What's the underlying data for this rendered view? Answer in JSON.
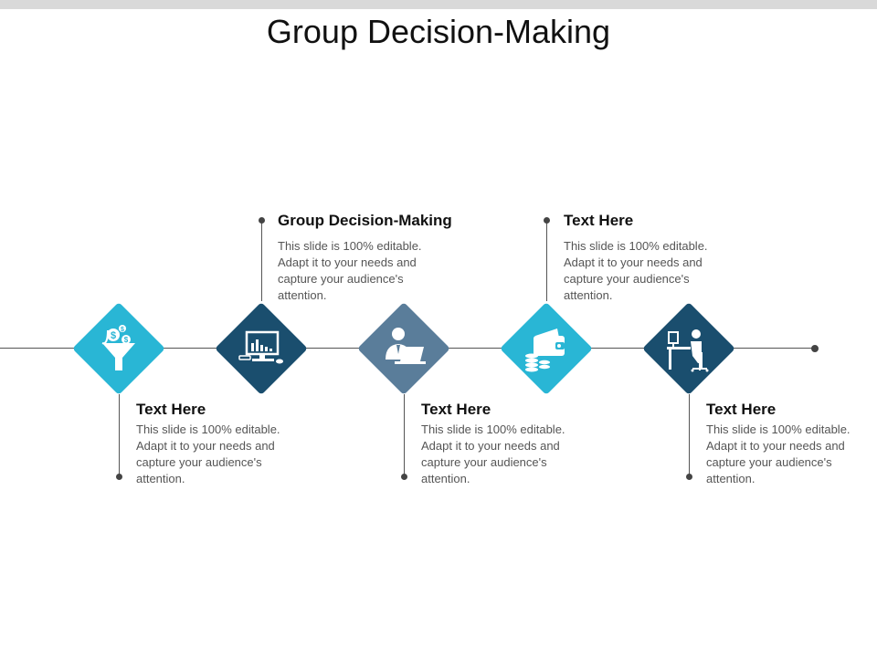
{
  "slide": {
    "title": "Group Decision-Making"
  },
  "colors": {
    "light_teal": "#29b6d5",
    "dark_navy": "#1a4e6e",
    "slate_blue": "#5a7d9a",
    "line": "#555555",
    "heading_text": "#111111",
    "body_text": "#555555"
  },
  "steps": [
    {
      "icon": "money-funnel-icon",
      "color": "#29b6d5",
      "heading": "Text Here",
      "text": "This slide is 100% editable. Adapt it to your needs and capture your audience's attention."
    },
    {
      "icon": "computer-chart-icon",
      "color": "#1a4e6e",
      "heading": "Group Decision-Making",
      "text": "This slide is 100% editable. Adapt it to your needs and capture your audience's attention."
    },
    {
      "icon": "businessman-laptop-icon",
      "color": "#5a7d9a",
      "heading": "Text Here",
      "text": "This slide is 100% editable. Adapt it to your needs and capture your audience's attention."
    },
    {
      "icon": "wallet-coins-icon",
      "color": "#29b6d5",
      "heading": "Text Here",
      "text": "This slide is 100% editable. Adapt it to your needs and capture your audience's attention."
    },
    {
      "icon": "person-at-desk-icon",
      "color": "#1a4e6e",
      "heading": "Text Here",
      "text": "This slide is 100% editable. Adapt it to your needs and capture your audience's attention."
    }
  ]
}
